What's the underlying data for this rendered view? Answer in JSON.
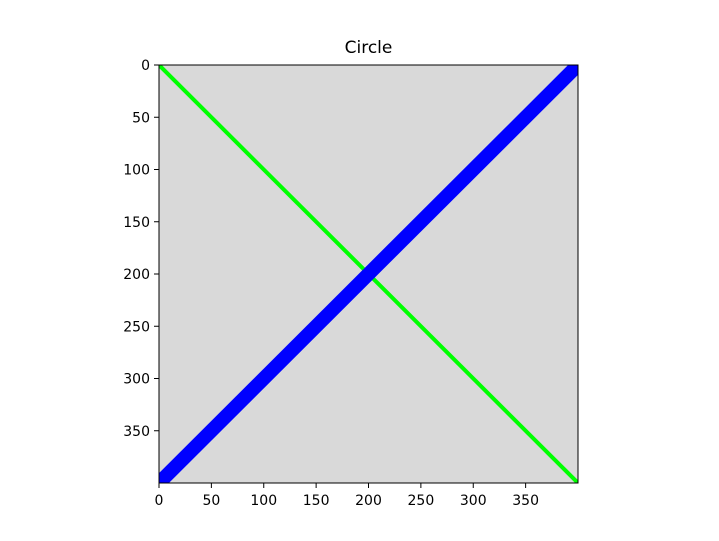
{
  "chart_data": {
    "type": "line",
    "title": "Circle",
    "xlabel": "",
    "ylabel": "",
    "xlim": [
      0,
      400
    ],
    "ylim": [
      400,
      0
    ],
    "y_inverted": true,
    "grid": false,
    "background_color": "#d9d9d9",
    "x_ticks": [
      0,
      50,
      100,
      150,
      200,
      250,
      300,
      350
    ],
    "y_ticks": [
      0,
      50,
      100,
      150,
      200,
      250,
      300,
      350
    ],
    "series": [
      {
        "color": "#00ff00",
        "x": [
          0,
          400
        ],
        "y": [
          0,
          400
        ]
      },
      {
        "color": "#0000ff",
        "x": [
          0,
          400
        ],
        "y": [
          400,
          0
        ]
      }
    ]
  }
}
